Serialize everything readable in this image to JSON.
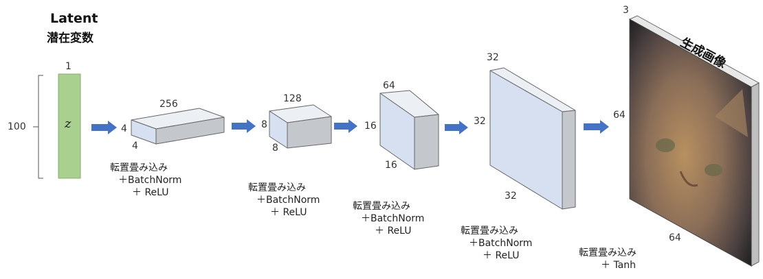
{
  "latent": {
    "title": "Latent",
    "subtitle": "潜在変数",
    "symbol": "z",
    "height_label": "100",
    "width_label": "1",
    "color": "#a9d08e"
  },
  "layers": [
    {
      "width": "256",
      "height": "4",
      "depth": "4",
      "op_line1": "転置畳み込み",
      "op_line2": "＋BatchNorm",
      "op_line3": "＋ ReLU"
    },
    {
      "width": "128",
      "height": "8",
      "depth": "8",
      "op_line1": "転置畳み込み",
      "op_line2": "＋BatchNorm",
      "op_line3": "＋ ReLU"
    },
    {
      "width": "64",
      "height": "16",
      "depth": "16",
      "op_line1": "転置畳み込み",
      "op_line2": "＋BatchNorm",
      "op_line3": "＋ ReLU"
    },
    {
      "width": "32",
      "height": "32",
      "depth": "32",
      "op_line1": "転置畳み込み",
      "op_line2": "＋BatchNorm",
      "op_line3": "＋ ReLU"
    }
  ],
  "output": {
    "title": "生成画像",
    "channels": "3",
    "height": "64",
    "width": "64",
    "op_line1": "転置畳み込み",
    "op_line2": "＋ Tanh"
  },
  "colors": {
    "block_front": "#d6e0f0",
    "block_top": "#eceff4",
    "block_side": "#c4c7cc",
    "arrow": "#4472c4",
    "outline": "#666666"
  }
}
